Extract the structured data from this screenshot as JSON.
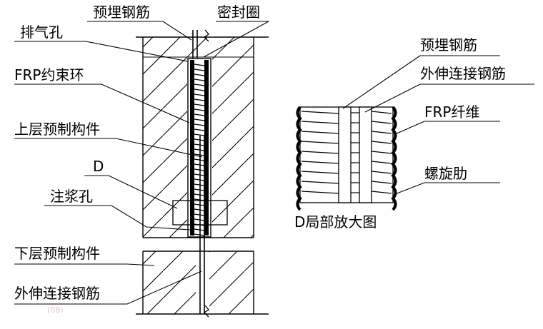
{
  "labels": {
    "embedded_rebar_top": "预埋钢筋",
    "seal_ring": "密封圈",
    "vent_hole": "排气孔",
    "frp_ring": "FRP约束环",
    "upper_member": "上层预制构件",
    "detail_d": "D",
    "grout_hole": "注浆孔",
    "lower_member": "下层预制构件",
    "protruding_rebar_left": "外伸连接钢筋"
  },
  "detail": {
    "embedded_rebar": "预埋钢筋",
    "protruding_rebar": "外伸连接钢筋",
    "frp_fiber": "FRP纤维",
    "spiral_rib": "螺旋肋",
    "caption": "D局部放大图"
  },
  "watermark": "(08)"
}
